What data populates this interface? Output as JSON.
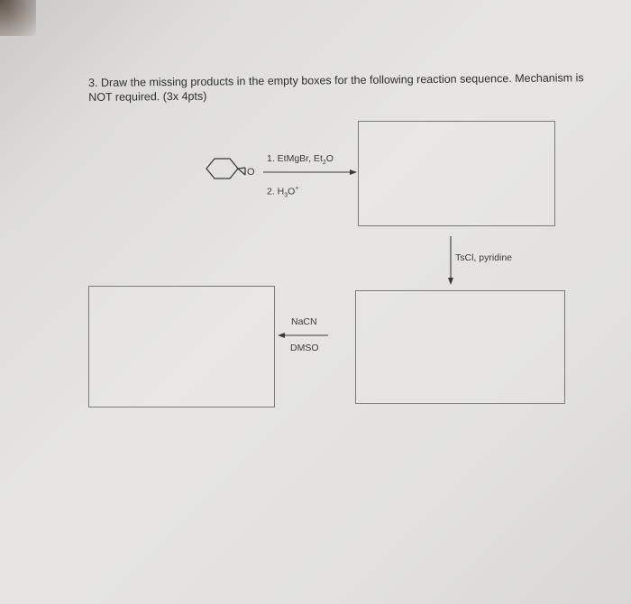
{
  "question": {
    "line1": "3. Draw the missing products in the empty boxes for the following reaction sequence. Mechanism is",
    "line2": "NOT required. (3x 4pts)"
  },
  "molecule": {
    "oxygen_label": "O"
  },
  "reaction1": {
    "step1_prefix": "1. EtMgBr, Et",
    "step1_sub": "2",
    "step1_suffix": "O",
    "step2_prefix": "2. H",
    "step2_sub": "3",
    "step2_mid": "O",
    "step2_sup": "+"
  },
  "reaction2": {
    "reagents": "TsCl, pyridine"
  },
  "reaction3": {
    "top": "NaCN",
    "bottom": "DMSO"
  },
  "colors": {
    "ink": "#3a3a3a",
    "box_border": "#7a7a7a",
    "paper": "#e3e2e0"
  }
}
